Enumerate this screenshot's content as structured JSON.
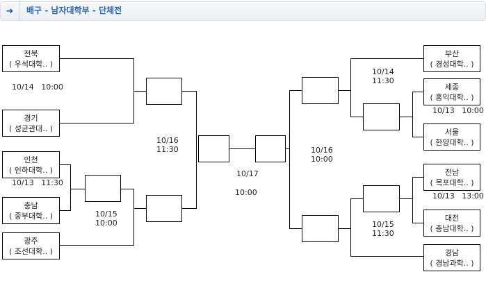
{
  "header": {
    "title": "배구 - 남자대학부 - 단체전",
    "arrow_icon": "arrow-right-icon",
    "accent": "#2a64b5"
  },
  "teams_left": [
    {
      "region": "전북",
      "school": "( 우석대학.. )"
    },
    {
      "region": "경기",
      "school": "( 성균관대.. )"
    },
    {
      "region": "인천",
      "school": "( 인하대학.. )"
    },
    {
      "region": "충남",
      "school": "( 중부대학.. )"
    },
    {
      "region": "광주",
      "school": "( 조선대학.. )"
    }
  ],
  "teams_right": [
    {
      "region": "부산",
      "school": "( 경성대학.. )"
    },
    {
      "region": "세종",
      "school": "( 홍익대학.. )"
    },
    {
      "region": "서울",
      "school": "( 한양대학.. )"
    },
    {
      "region": "전남",
      "school": "( 목포대학.. )"
    },
    {
      "region": "대전",
      "school": "( 충남대학.. )"
    },
    {
      "region": "경남",
      "school": "( 경남과학.. )"
    }
  ],
  "schedule": {
    "l1": {
      "date": "10/14",
      "time": "10:00"
    },
    "l2": {
      "date": "10/13",
      "time": "11:30"
    },
    "l3": {
      "date": "10/15",
      "time": "10:00"
    },
    "l4": {
      "date": "10/16",
      "time": "11:30"
    },
    "final": {
      "date": "10/17",
      "time": "10:00"
    },
    "r1": {
      "date": "10/14",
      "time": "11:30"
    },
    "r2": {
      "date": "10/13",
      "time": "10:00"
    },
    "r3": {
      "date": "10/13",
      "time": "13:00"
    },
    "r4": {
      "date": "10/16",
      "time": "10:00"
    },
    "r5": {
      "date": "10/15",
      "time": "11:30"
    }
  }
}
